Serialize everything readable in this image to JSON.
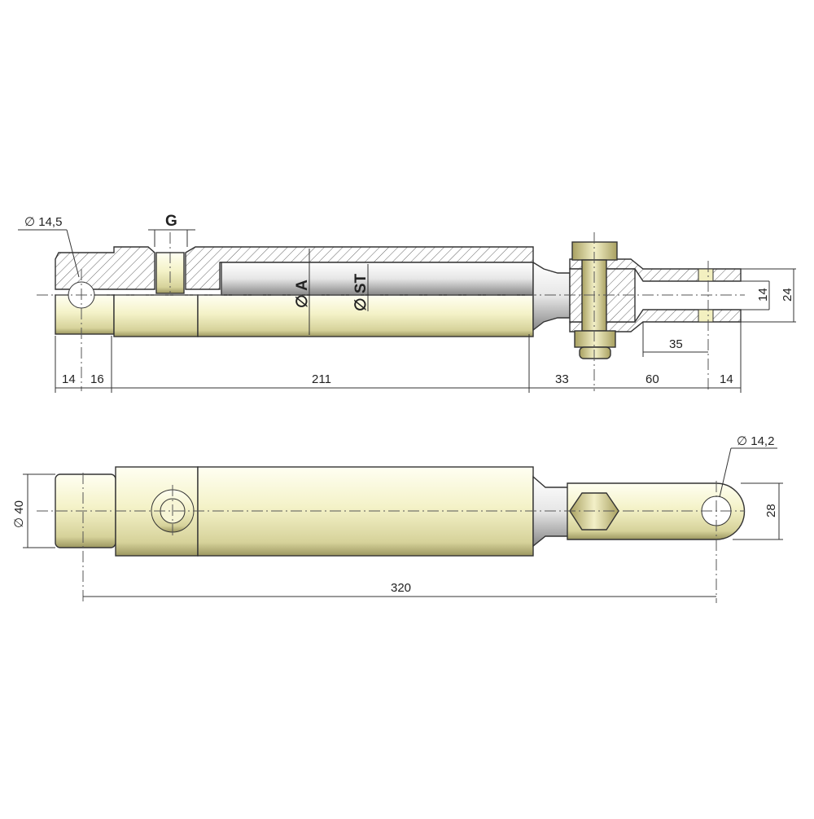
{
  "top_view": {
    "label_port": "G",
    "label_bore": "∅ A",
    "label_rod": "∅ ST",
    "label_pin_hole": "∅ 14,5",
    "dims_horizontal": [
      "14",
      "16",
      "211",
      "33",
      "60",
      "14"
    ],
    "dim_clevis_depth": "35",
    "dim_clevis_slot": "14",
    "dim_clevis_width": "24"
  },
  "bottom_view": {
    "dim_diameter": "∅ 40",
    "dim_eye_width": "28",
    "dim_eye_hole": "∅ 14,2",
    "dim_overall_length": "320"
  },
  "colors": {
    "body": "#f1efc4",
    "shade": "#c9c48a",
    "line": "#333333"
  }
}
